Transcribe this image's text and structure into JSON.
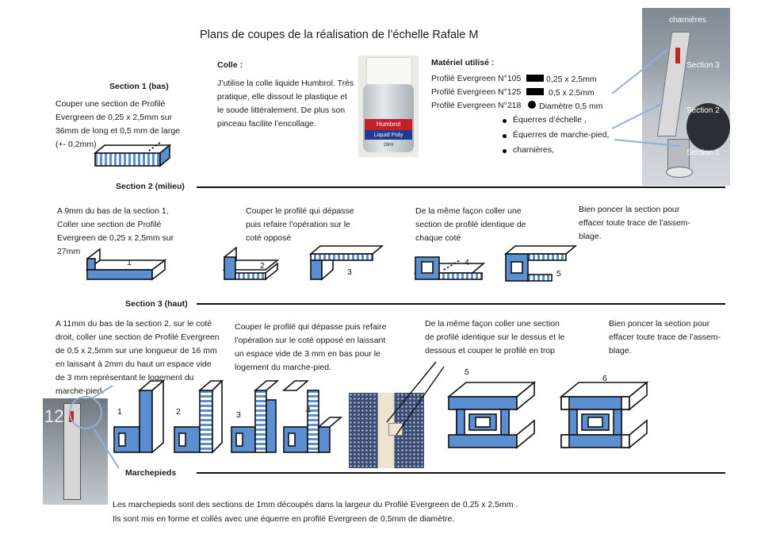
{
  "title": "Plans de coupes de la réalisation de l’échelle Rafale M",
  "colle": {
    "heading": "Colle :",
    "lines": [
      "J’utilise la colle liquide Humbrol. Très",
      "pratique, elle dissout le plastique et",
      "le soude littéralement. De plus son",
      "pinceau facilite l’encollage."
    ],
    "bottle_brand": "Humbrol",
    "bottle_label": "Liquid Poly",
    "bottle_volume": "28ml"
  },
  "materiel": {
    "heading": "Matériel utilisé :",
    "items": [
      {
        "name": "Profilé  Evergreen N°105",
        "dim": "0,25 x 2,5mm"
      },
      {
        "name": "Profilé  Evergreen N°125",
        "dim": "0,5 x 2,5mm"
      },
      {
        "name": "Profilé  Evergreen N°218",
        "dim": "Diamètre 0,5 mm"
      }
    ],
    "bullets": [
      "Équerres d’échelle ,",
      "Équerres de marche-pied,",
      "charnières,"
    ]
  },
  "photo_labels": {
    "charnieres": "charnières",
    "s3": "Section 3",
    "s2": "Section 2",
    "s1": "Section 1"
  },
  "section1": {
    "heading": "Section 1 (bas)",
    "lines": [
      "Couper une section de Profilé",
      "Evergreen de 0,25 x 2,5mm sur",
      "36mm de long et 0,5 mm de large",
      "(+- 0,2mm)"
    ]
  },
  "section2": {
    "heading": "Section 2 (milieu)",
    "col1": [
      "A 9mm du bas de la section 1,",
      "Coller une section de Profilé",
      "Evergreen de 0,25 x 2,5mm sur",
      "27mm"
    ],
    "col2": [
      "Couper le profilé qui dépasse",
      "puis refaire l’opération sur le",
      "coté opposé"
    ],
    "col3": [
      "De la même façon coller une",
      "section de profilé identique de",
      "chaque coté"
    ],
    "col4": [
      "Bien poncer la section pour",
      "effacer toute trace de l’assem-",
      "blage."
    ],
    "nums": [
      "1",
      "2",
      "3",
      "4",
      "5"
    ]
  },
  "section3": {
    "heading": "Section 3 (haut)",
    "col1": [
      "A 11mm du bas de la section 2, sur le coté",
      "droit, coller une section de Profilé Evergreen",
      "de 0,5 x 2,5mm sur une longueur de 16 mm",
      "en laissant à 2mm du haut un espace vide",
      "de 3 mm représentant le logement du",
      "marche-pied."
    ],
    "col2": [
      "Couper le profilé qui dépasse puis refaire",
      "l’opération sur le coté opposé en laissant",
      "un espace vide de 3 mm en bas pour le",
      "logement du marche-pied."
    ],
    "col3": [
      "De la même façon coller une section",
      "de profilé identique  sur le dessus et le",
      "dessous  et couper le profilé en trop"
    ],
    "col4": [
      "Bien poncer la section pour",
      "effacer toute trace de l’assem-",
      "blage."
    ],
    "nums": [
      "1",
      "2",
      "3",
      "4",
      "5",
      "6"
    ]
  },
  "marchepieds": {
    "heading": "Marchepieds",
    "lines": [
      "Les marchepieds sont des sections de 1mm découpés dans la largeur du Profilé Evergreen de 0,25 x 2,5mm .",
      "Ils sont mis en forme et collés avec une équerre en profilé Evergreen de 0,5mm de diamètre."
    ]
  },
  "photo_tag": "12"
}
